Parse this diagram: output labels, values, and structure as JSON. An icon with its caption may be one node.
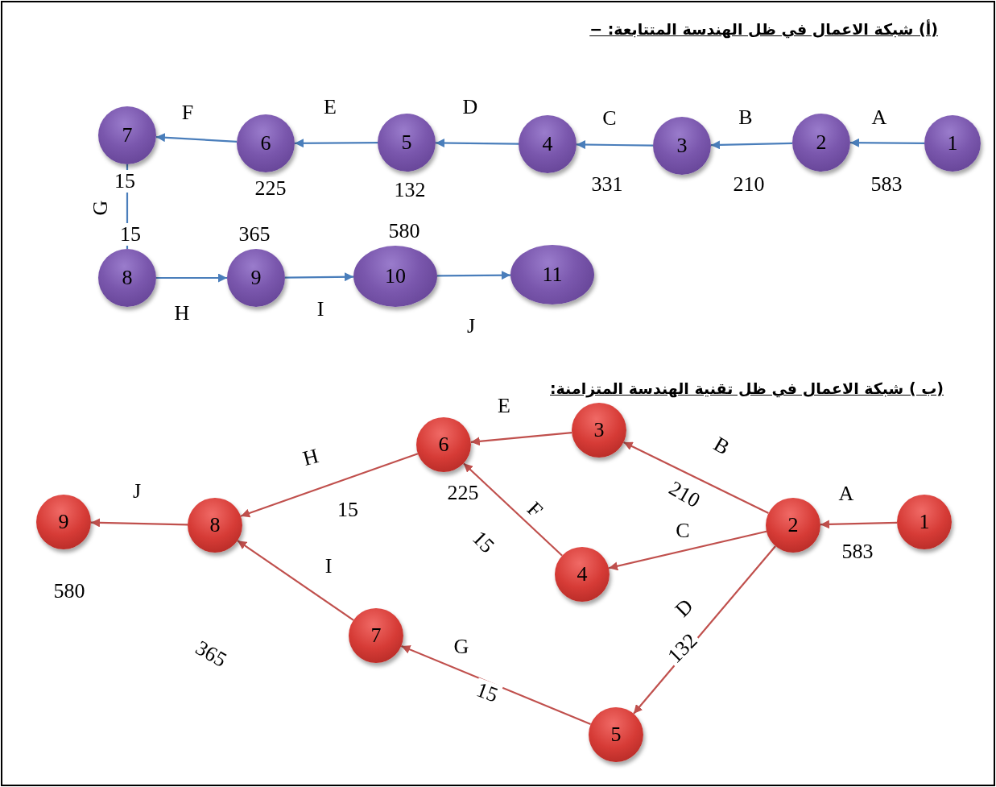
{
  "diagram": {
    "nodes": [
      {
        "text": [
          "1"
        ]
      },
      {
        "text": [
          "2"
        ]
      },
      {
        "text": [
          "3"
        ]
      },
      {
        "text": [
          "4"
        ]
      },
      {
        "text": [
          "5"
        ]
      },
      {
        "text": [
          "6"
        ]
      },
      {
        "text": [
          "7"
        ]
      },
      {
        "text": [
          "8"
        ]
      },
      {
        "text": [
          "9"
        ]
      },
      {
        "text": [
          "10"
        ]
      },
      {
        "text": [
          "11"
        ]
      },
      {
        "text": [
          "1"
        ]
      },
      {
        "text": [
          "2"
        ]
      },
      {
        "text": [
          "3"
        ]
      },
      {
        "text": [
          "4"
        ]
      },
      {
        "text": [
          "5"
        ]
      },
      {
        "text": [
          "6"
        ]
      },
      {
        "text": [
          "7"
        ]
      },
      {
        "text": [
          "8"
        ]
      },
      {
        "text": [
          "9"
        ]
      }
    ],
    "edges": [
      {
        "from": 0,
        "to": 1,
        "arrow": "to",
        "label": "A"
      },
      {
        "from": 1,
        "to": 2,
        "arrow": "to",
        "label": "B"
      },
      {
        "from": 2,
        "to": 3,
        "arrow": "to",
        "label": "C"
      },
      {
        "from": 3,
        "to": 4,
        "arrow": "to",
        "label": "D"
      },
      {
        "from": 4,
        "to": 5,
        "arrow": "to",
        "label": "E"
      },
      {
        "from": 5,
        "to": 6,
        "arrow": "to",
        "label": "F"
      },
      {
        "from": 6,
        "to": 7,
        "arrow": "none",
        "label": "G"
      },
      {
        "from": 7,
        "to": 8,
        "arrow": "to",
        "label": "H"
      },
      {
        "from": 8,
        "to": 9,
        "arrow": "to",
        "label": "I"
      },
      {
        "from": 9,
        "to": 10,
        "arrow": "to",
        "label": "J"
      },
      {
        "from": 11,
        "to": 12,
        "arrow": "to",
        "label": "A",
        "color": "#c0504d"
      },
      {
        "from": 12,
        "to": 13,
        "arrow": "to",
        "label": "B",
        "color": "#c0504d"
      },
      {
        "from": 12,
        "to": 14,
        "arrow": "to",
        "label": "C",
        "color": "#c0504d"
      },
      {
        "from": 12,
        "to": 15,
        "arrow": "to",
        "label": "D",
        "color": "#c0504d"
      },
      {
        "from": 13,
        "to": 16,
        "arrow": "to",
        "label": "E",
        "color": "#c0504d"
      },
      {
        "from": 14,
        "to": 16,
        "arrow": "to",
        "label": "F",
        "color": "#c0504d"
      },
      {
        "from": 15,
        "to": 17,
        "arrow": "to",
        "label": "G",
        "color": "#c0504d"
      },
      {
        "from": 16,
        "to": 18,
        "arrow": "to",
        "label": "H",
        "color": "#c0504d"
      },
      {
        "from": 17,
        "to": 18,
        "arrow": "to",
        "label": "I",
        "color": "#c0504d"
      },
      {
        "from": 18,
        "to": 19,
        "arrow": "to",
        "label": "J",
        "color": "#c0504d"
      }
    ],
    "labels": [
      "(أ)   شبكة الاعمال في ظل الهندسة المتتابعة: −",
      "15",
      "225",
      "132",
      "331",
      "210",
      "583",
      "15",
      "365",
      "580",
      "(ب ) شبكة الاعمال في ظل تقنية الهندسة المتزامنة:",
      "210",
      "225",
      "15",
      "583",
      "15",
      "132",
      "580",
      "365",
      "15"
    ]
  }
}
